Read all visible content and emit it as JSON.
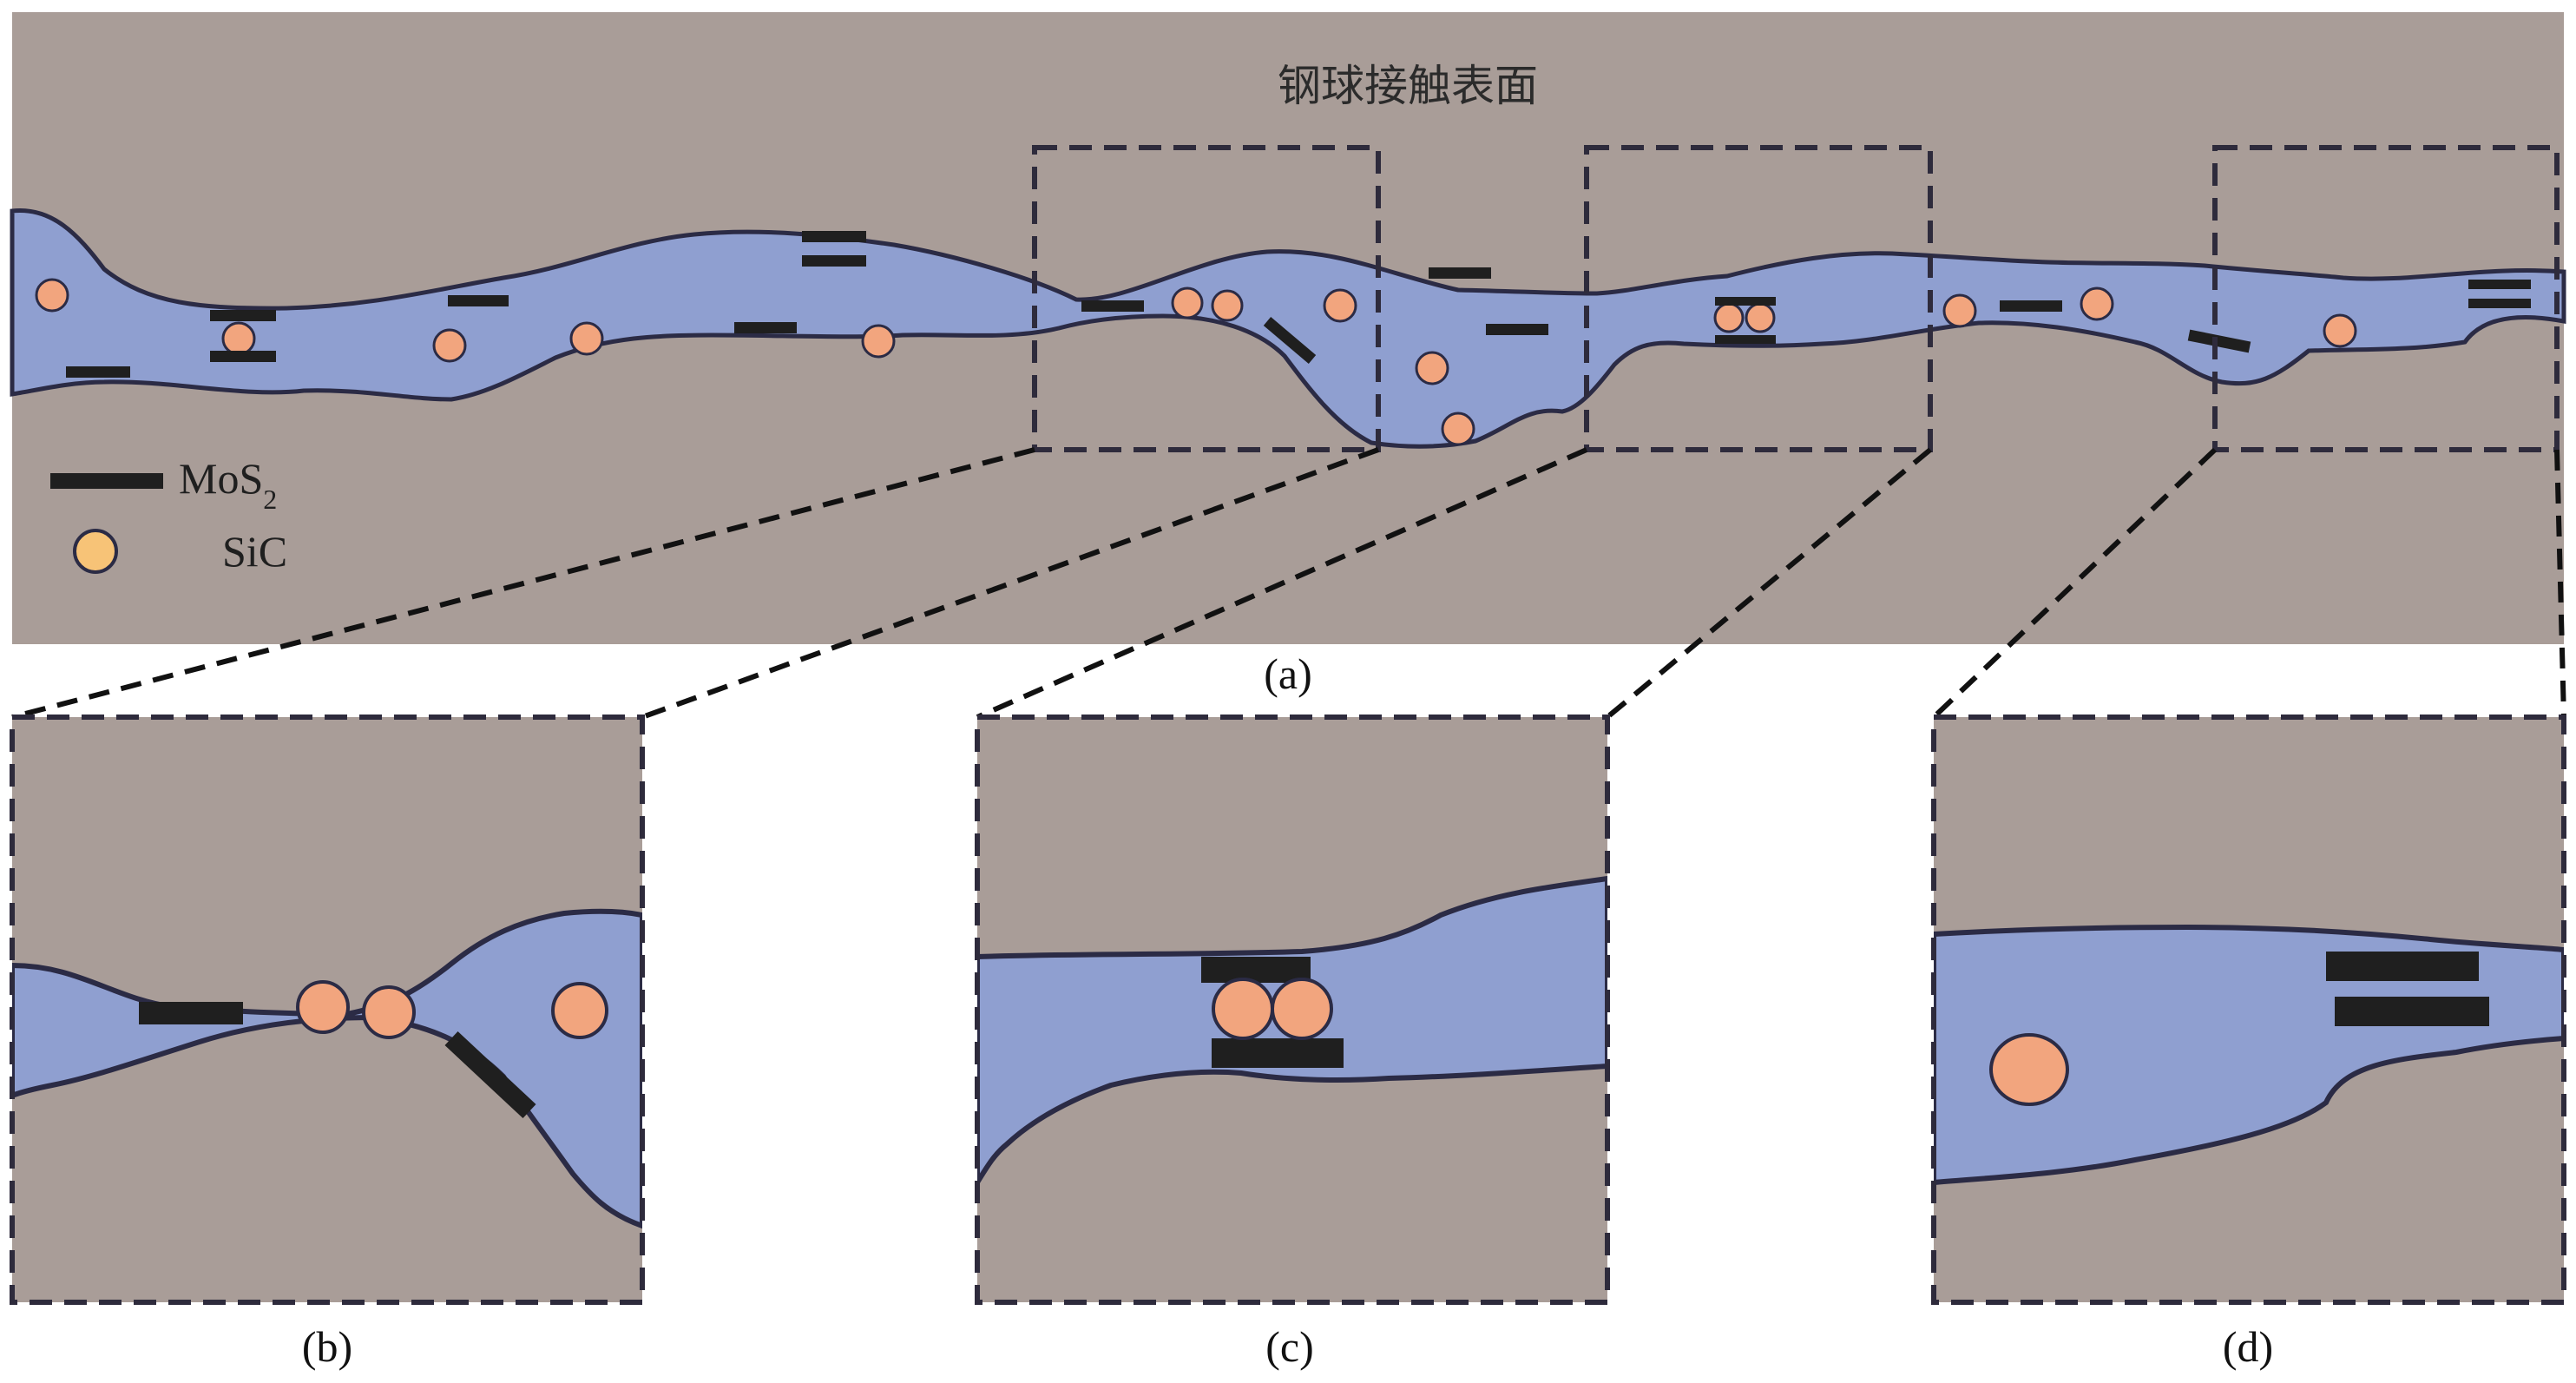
{
  "figure": {
    "top_surface_label": "钢球接触表面",
    "panel_labels": {
      "a": "(a)",
      "b": "(b)",
      "c": "(c)",
      "d": "(d)"
    },
    "legend": {
      "mos2": {
        "base": "MoS",
        "sub": "2"
      },
      "sic": "SiC"
    },
    "colors": {
      "steel": "#a99d98",
      "film": "#8f9fd0",
      "outline": "#2b2b45",
      "sic_particle": "#f2a57e",
      "mos2_sheet": "#1f1f1f",
      "dashed_box": "#2e2b3c",
      "legend_dot": "#f7c377"
    }
  }
}
